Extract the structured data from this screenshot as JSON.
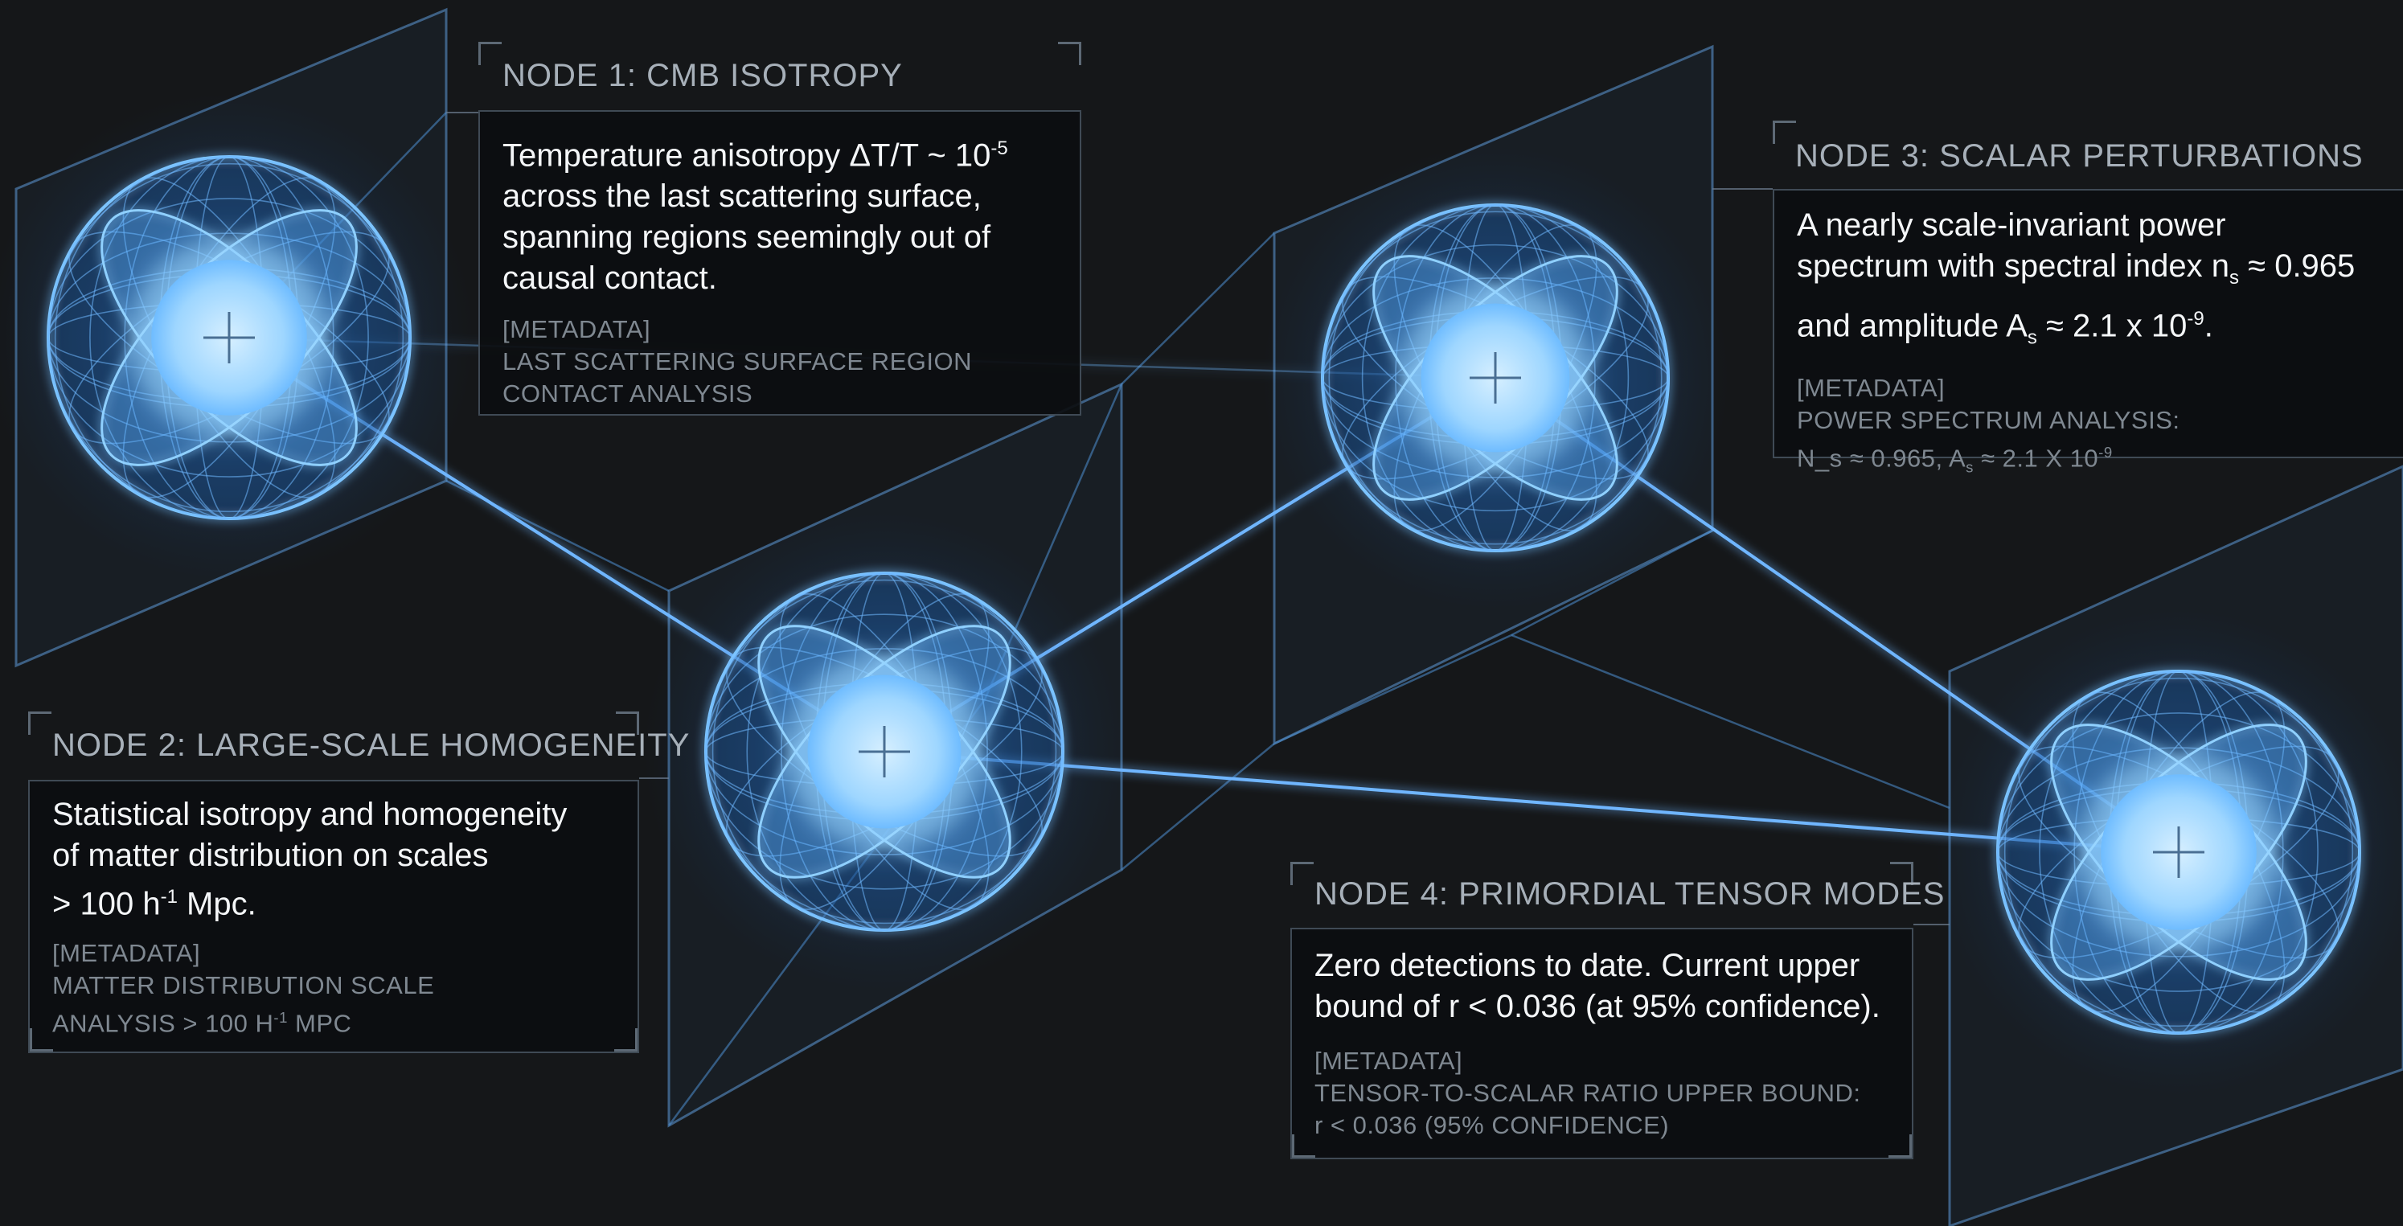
{
  "nodes": [
    {
      "title": "NODE 1: CMB ISOTROPY",
      "body": [
        [
          "Temperature anisotropy ΔT/T ~ 10",
          "-5",
          ""
        ],
        [
          "across the last scattering surface,"
        ],
        [
          "spanning regions seemingly out of"
        ],
        [
          "causal contact."
        ]
      ],
      "meta_label": "[METADATA]",
      "meta": [
        "LAST SCATTERING SURFACE REGION",
        "CONTACT ANALYSIS"
      ]
    },
    {
      "title": "NODE 2: LARGE-SCALE HOMOGENEITY",
      "body": [
        [
          "Statistical isotropy and homogeneity"
        ],
        [
          "of matter distribution on scales"
        ],
        [
          "> 100 h",
          "-1",
          " Mpc."
        ]
      ],
      "meta_label": "[METADATA]",
      "meta": [
        "MATTER DISTRIBUTION SCALE",
        "ANALYSIS > 100 H",
        "-1",
        " MPC"
      ]
    },
    {
      "title": "NODE 3: SCALAR PERTURBATIONS",
      "body_line1": "A nearly scale-invariant power",
      "body_line2_a": "spectrum with spectral index n",
      "body_line2_sub": "s",
      "body_line2_b": " ≈ 0.965",
      "body_line3_a": "and amplitude A",
      "body_line3_sub": "s",
      "body_line3_b": " ≈ 2.1 x 10",
      "body_line3_sup": "-9",
      "body_line3_c": ".",
      "meta_label": "[METADATA]",
      "meta_line1": "POWER SPECTRUM ANALYSIS:",
      "meta_line2_a": "N_s ≈ 0.965, A",
      "meta_line2_sub": "s",
      "meta_line2_b": " ≈ 2.1 X 10",
      "meta_line2_sup": "-9"
    },
    {
      "title": "NODE 4: PRIMORDIAL TENSOR MODES",
      "body": [
        [
          "Zero detections to date. Current upper"
        ],
        [
          "bound of r < 0.036 (at 95% confidence)."
        ]
      ],
      "meta_label": "[METADATA]",
      "meta": [
        "TENSOR-TO-SCALAR RATIO UPPER BOUND:",
        "r < 0.036 (95% CONFIDENCE)"
      ]
    }
  ],
  "n1_sup": "-5",
  "n2_sup": "-1",
  "colors": {
    "background": "#151719",
    "glow": "#7cc4ff",
    "core": "#a9dcff",
    "line": "#5aa9ff",
    "panel": "#6aa6e0"
  },
  "icons": [
    "crosshair-icon"
  ]
}
